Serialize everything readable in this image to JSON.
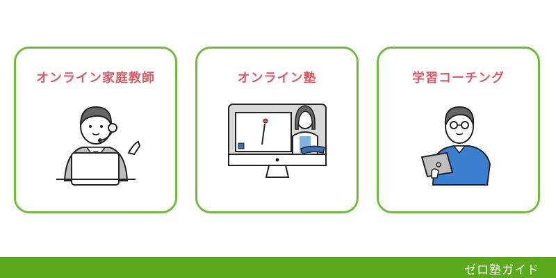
{
  "cards": [
    {
      "title": "オンライン家庭教師",
      "illustration": "tutor-with-headset-and-laptop-icon"
    },
    {
      "title": "オンライン塾",
      "illustration": "teacher-on-monitor-icon"
    },
    {
      "title": "学習コーチング",
      "illustration": "coach-with-laptop-icon"
    }
  ],
  "footer": {
    "brand": "ゼロ塾ガイド"
  },
  "colors": {
    "card_border": "#6ebd3a",
    "title": "#e05a63",
    "footer_bg": "#5aaa1c",
    "footer_text": "#ffffff"
  }
}
